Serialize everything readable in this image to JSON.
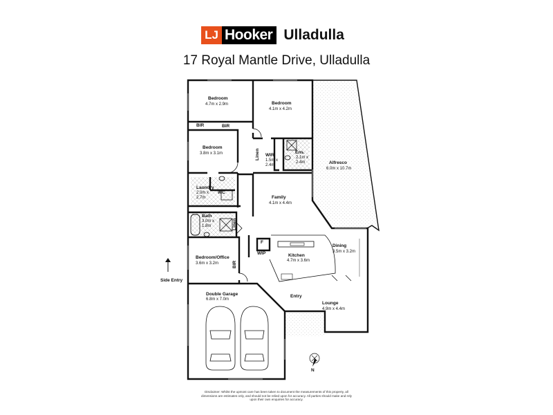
{
  "brand": {
    "logo_letters": "LJ",
    "logo_name": "Hooker",
    "office": "Ulladulla",
    "accent_color": "#e8501c"
  },
  "address": "17 Royal Mantle Drive, Ulladulla",
  "rooms": {
    "bedroom1": {
      "name": "Bedroom",
      "size": "4.7m x 2.9m"
    },
    "bedroom2": {
      "name": "Bedroom",
      "size": "4.1m x 4.2m"
    },
    "bedroom3": {
      "name": "Bedroom",
      "size": "3.8m x 3.1m"
    },
    "bir1": "BIR",
    "bir2": "BIR",
    "bir3": "BIR",
    "linen1": "Linen",
    "linen2": "Linen",
    "wir": {
      "name": "WIR",
      "size_line1": "1.5m x",
      "size_line2": "2.4m"
    },
    "ens": {
      "name": "Ens.",
      "size_line1": "2.1m x",
      "size_line2": "2.4m"
    },
    "alfresco": {
      "name": "Alfresco",
      "size": "6.0m x 10.7m"
    },
    "laundry": {
      "name": "Laundry",
      "size_line1": "2.0m x",
      "size_line2": "2.7m"
    },
    "wc": "WC",
    "family": {
      "name": "Family",
      "size": "4.1m x 4.4m"
    },
    "bath": {
      "name": "Bath",
      "size_line1": "3.0m x",
      "size_line2": "1.8m"
    },
    "fridge": "F",
    "wip": "WIP",
    "kitchen": {
      "name": "Kitchen",
      "size": "4.7m x 3.6m"
    },
    "dining": {
      "name": "Dining",
      "size": "3.5m x 3.2m"
    },
    "office": {
      "name": "Bedroom/Office",
      "size": "3.6m x 3.2m"
    },
    "garage": {
      "name": "Double Garage",
      "size": "6.8m x 7.0m"
    },
    "entry": "Entry",
    "lounge": {
      "name": "Lounge",
      "size": "4.9m x 4.4m"
    }
  },
  "side_entry": "Side Entry",
  "compass_label": "N",
  "disclaimer": "Disclaimer: Whilst the upmost care has been taken to document the measurements of this property, all dimensions are estimates only, and should not be relied upon for accuracy. All parties should make and rely upon their own enquiries for accuracy."
}
